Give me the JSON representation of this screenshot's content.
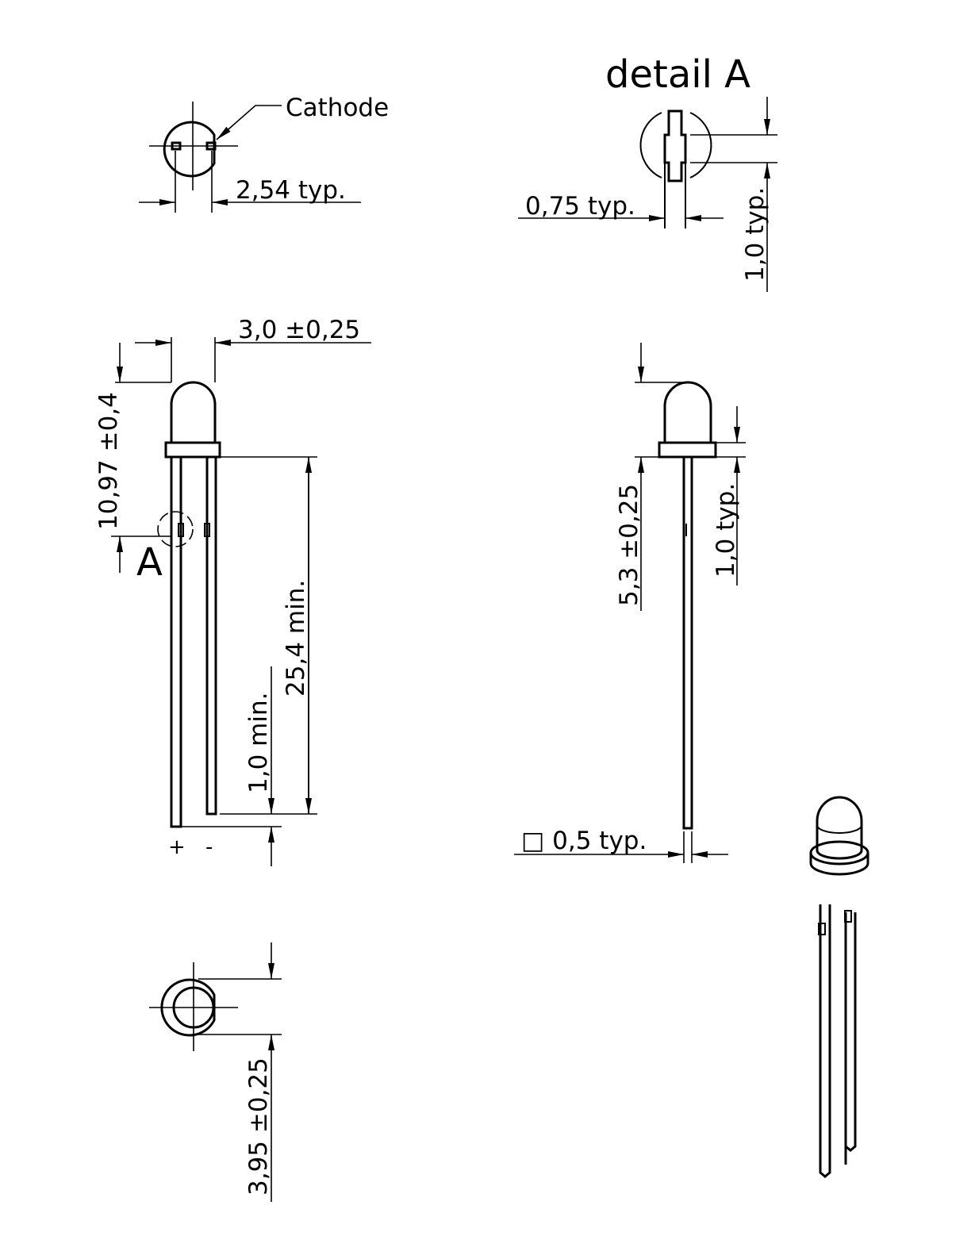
{
  "top_view": {
    "cathode_label": "Cathode",
    "pitch_label": "2,54  typ."
  },
  "detail": {
    "title": "detail A",
    "lead_width_label": "0,75  typ.",
    "kink_length_label": "1,0  typ."
  },
  "side_view": {
    "diameter_label": "3,0 ±0,25",
    "height_label": "10,97 ±0,4",
    "detail_marker": "A",
    "lead_length_label": "25,4 min.",
    "lead_offset_label": "1,0 min.",
    "anode_sign": "+",
    "cathode_sign": "-"
  },
  "bottom_view": {
    "flange_label": "3,95 ±0,25"
  },
  "front_view": {
    "body_height_label": "5,3 ±0,25",
    "flange_thickness_label": "1,0  typ.",
    "lead_square_label": "□ 0,5  typ."
  }
}
